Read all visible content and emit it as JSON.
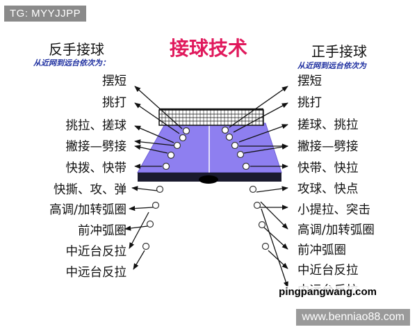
{
  "watermark_top": "TG: MYYJJPP",
  "title": "接球技术",
  "left": {
    "heading": "反手接球",
    "subheading": "从近网到远台依次为：",
    "techniques": [
      "摆短",
      "挑打",
      "挑拉、搓球",
      "撇接—劈接",
      "快拨、快带",
      "快撕、攻、弹",
      "高调/加转弧圈",
      "前冲弧圈",
      "中近台反拉",
      "中远台反拉"
    ]
  },
  "right": {
    "heading": "正手接球",
    "subheading": "从近网到远台依次为",
    "techniques": [
      "摆短",
      "挑打",
      "搓球、挑拉",
      "撇接—劈接",
      "快带、快拉",
      "攻球、快点",
      "小提拉、突击",
      "高调/加转弧圈",
      "前冲弧圈",
      "中近台反拉",
      "中远台反拉"
    ]
  },
  "site_mark": "pingpangwang.com",
  "watermark_bottom": "www.benniao88.com",
  "colors": {
    "title": "#e0195c",
    "table": "#8e7ff0",
    "table_edge": "#1a1a2e",
    "subheading": "#1e2fa0",
    "arrow": "#111111"
  }
}
